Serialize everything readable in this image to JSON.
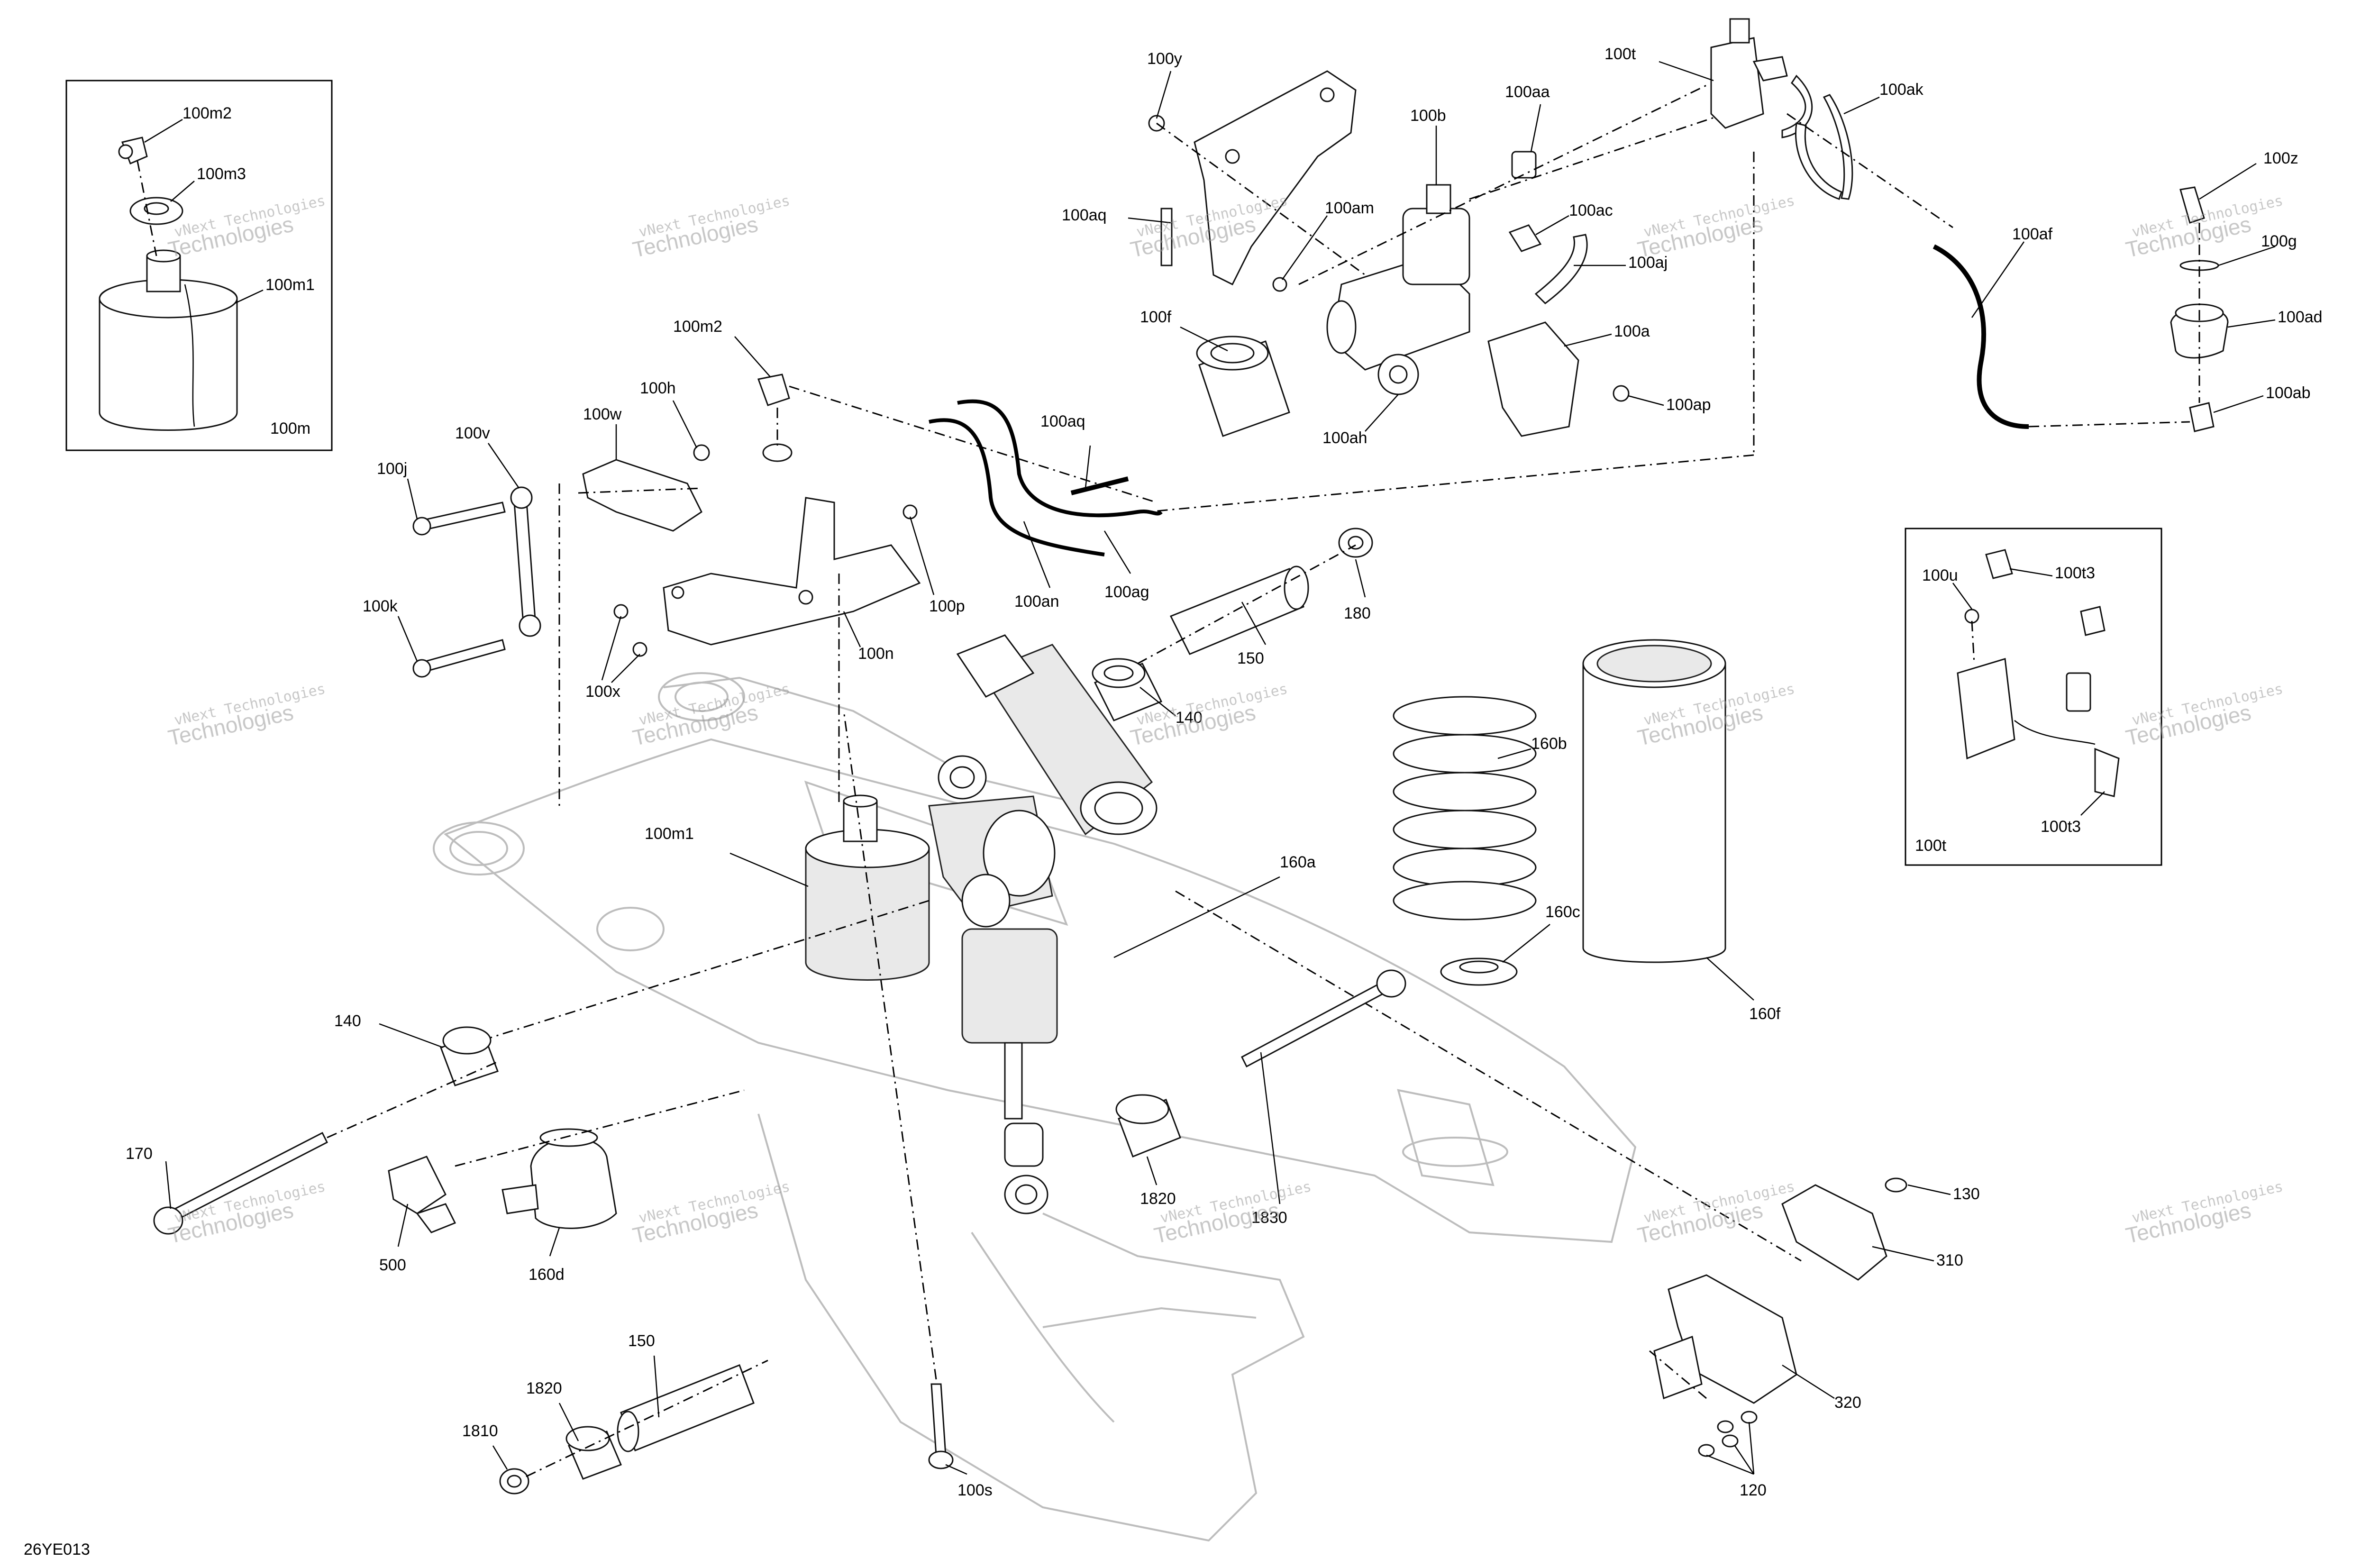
{
  "diagram_code": "26YE013",
  "watermark": {
    "line1": "vNext Technologies",
    "line2": "Technologies"
  },
  "inset_main": {
    "title": "100m"
  },
  "inset_valve": {
    "title": "100t"
  },
  "labels": {
    "100m2_inset": "100m2",
    "100m3": "100m3",
    "100m1_inset": "100m1",
    "100y": "100y",
    "100t": "100t",
    "100ak": "100ak",
    "100aa": "100aa",
    "100b": "100b",
    "100aq_top": "100aq",
    "100am": "100am",
    "100ac": "100ac",
    "100aj": "100aj",
    "100f": "100f",
    "100a": "100a",
    "100ah": "100ah",
    "100ap": "100ap",
    "100z": "100z",
    "100g": "100g",
    "100af": "100af",
    "100ad": "100ad",
    "100ab": "100ab",
    "100m2": "100m2",
    "100h": "100h",
    "100w": "100w",
    "100v": "100v",
    "100j": "100j",
    "100k": "100k",
    "100x": "100x",
    "100n": "100n",
    "100p": "100p",
    "100aq": "100aq",
    "100an": "100an",
    "100ag": "100ag",
    "150_top": "150",
    "180": "180",
    "140_top": "140",
    "100u": "100u",
    "100t3_a": "100t3",
    "100t3_b": "100t3",
    "160b": "160b",
    "160c": "160c",
    "160f": "160f",
    "160a": "160a",
    "100m1": "100m1",
    "140": "140",
    "170": "170",
    "500": "500",
    "160d": "160d",
    "1820_mid": "1820",
    "1830": "1830",
    "130": "130",
    "310": "310",
    "320": "320",
    "150": "150",
    "1820": "1820",
    "1810": "1810",
    "100s": "100s",
    "120": "120"
  }
}
